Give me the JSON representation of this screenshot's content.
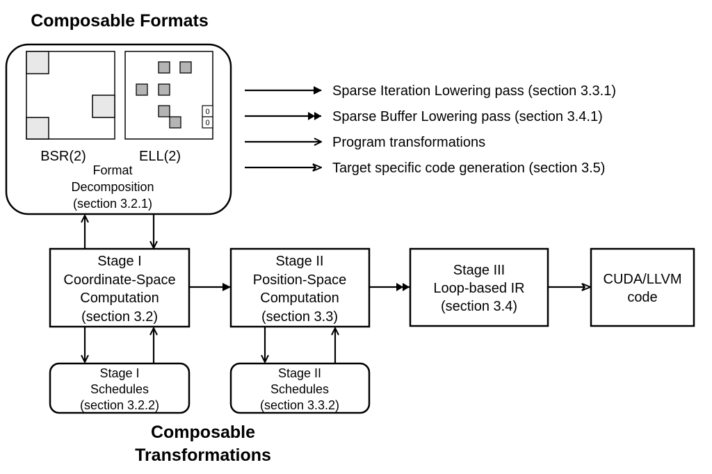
{
  "titles": {
    "formats": "Composable Formats",
    "transformations_line1": "Composable",
    "transformations_line2": "Transformations"
  },
  "formats_box": {
    "bsr_label": "BSR(2)",
    "ell_label": "ELL(2)",
    "ell_padding_values": [
      "0",
      "0"
    ],
    "caption": [
      "Format",
      "Decomposition",
      "(section 3.2.1)"
    ],
    "colors": {
      "bsr_block_fill": "#e8e8e8",
      "ell_cell_fill": "#b4b4b4"
    }
  },
  "legend": [
    {
      "arrow": "filled-triangle",
      "label": "Sparse Iteration Lowering pass (section 3.3.1)"
    },
    {
      "arrow": "double-filled-triangle",
      "label": "Sparse Buffer Lowering pass (section 3.4.1)"
    },
    {
      "arrow": "open-chevron",
      "label": "Program transformations"
    },
    {
      "arrow": "open-triangle",
      "label": "Target specific code generation (section 3.5)"
    }
  ],
  "stages": [
    {
      "id": "stage1",
      "lines": [
        "Stage I",
        "Coordinate-Space",
        "Computation",
        "(section 3.2)"
      ]
    },
    {
      "id": "stage2",
      "lines": [
        "Stage II",
        "Position-Space",
        "Computation",
        "(section 3.3)"
      ]
    },
    {
      "id": "stage3",
      "lines": [
        "Stage III",
        "Loop-based IR",
        "(section 3.4)"
      ]
    },
    {
      "id": "output",
      "lines": [
        "CUDA/LLVM",
        "code"
      ]
    }
  ],
  "schedules": [
    {
      "id": "sched1",
      "lines": [
        "Stage I",
        "Schedules",
        "(section 3.2.2)"
      ]
    },
    {
      "id": "sched2",
      "lines": [
        "Stage II",
        "Schedules",
        "(section 3.3.2)"
      ]
    }
  ]
}
